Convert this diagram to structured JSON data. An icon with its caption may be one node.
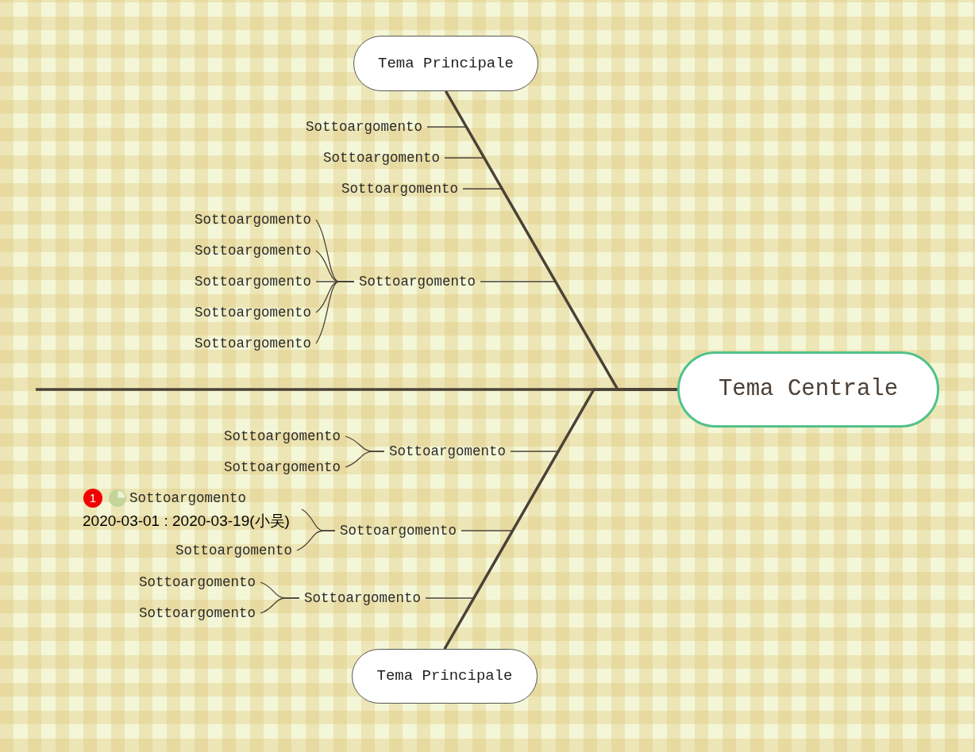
{
  "diagram": {
    "nodes": [
      {
        "text": [
          "Tema Principale"
        ]
      },
      {
        "text": [
          "Sottoargomento"
        ]
      },
      {
        "text": [
          "Sottoargomento"
        ]
      },
      {
        "text": [
          "Sottoargomento"
        ]
      },
      {
        "text": [
          "Sottoargomento"
        ]
      },
      {
        "text": [
          "Sottoargomento"
        ]
      },
      {
        "text": [
          "Sottoargomento"
        ]
      },
      {
        "text": [
          "Sottoargomento"
        ]
      },
      {
        "text": [
          "Sottoargomento"
        ]
      },
      {
        "text": [
          "Sottoargomento"
        ]
      },
      {
        "text": [
          "Tema Centrale"
        ]
      },
      {
        "text": [
          "Sottoargomento"
        ]
      },
      {
        "text": [
          "Sottoargomento"
        ]
      },
      {
        "text": [
          "Sottoargomento"
        ]
      },
      {
        "text": [
          "Sottoargomento"
        ]
      },
      {
        "text": [
          "1",
          "Sottoargomento",
          "2020-03-01 : 2020-03-19(小吴)"
        ]
      },
      {
        "text": [
          "Sottoargomento"
        ]
      },
      {
        "text": [
          "Sottoargomento"
        ]
      },
      {
        "text": [
          "Sottoargomento"
        ]
      },
      {
        "text": [
          "Sottoargomento"
        ]
      },
      {
        "text": [
          "Tema Principale"
        ]
      }
    ],
    "edges": [
      {
        "from": null,
        "to": 10,
        "arrow": "none",
        "style": "thick"
      },
      {
        "from": 10,
        "to": 0,
        "arrow": "none",
        "style": "thick"
      },
      {
        "from": 10,
        "to": 20,
        "arrow": "none",
        "style": "thick"
      },
      {
        "from": 0,
        "to": 1,
        "arrow": "none"
      },
      {
        "from": 0,
        "to": 2,
        "arrow": "none"
      },
      {
        "from": 0,
        "to": 3,
        "arrow": "none"
      },
      {
        "from": 0,
        "to": 4,
        "arrow": "none"
      },
      {
        "from": 4,
        "to": 5,
        "arrow": "none"
      },
      {
        "from": 4,
        "to": 6,
        "arrow": "none"
      },
      {
        "from": 4,
        "to": 7,
        "arrow": "none"
      },
      {
        "from": 4,
        "to": 8,
        "arrow": "none"
      },
      {
        "from": 4,
        "to": 9,
        "arrow": "none"
      },
      {
        "from": 20,
        "to": 11,
        "arrow": "none"
      },
      {
        "from": 11,
        "to": 12,
        "arrow": "none"
      },
      {
        "from": 11,
        "to": 13,
        "arrow": "none"
      },
      {
        "from": 20,
        "to": 14,
        "arrow": "none"
      },
      {
        "from": 14,
        "to": 15,
        "arrow": "none"
      },
      {
        "from": 14,
        "to": 16,
        "arrow": "none"
      },
      {
        "from": 20,
        "to": 17,
        "arrow": "none"
      },
      {
        "from": 17,
        "to": 18,
        "arrow": "none"
      },
      {
        "from": 17,
        "to": 19,
        "arrow": "none"
      }
    ]
  }
}
